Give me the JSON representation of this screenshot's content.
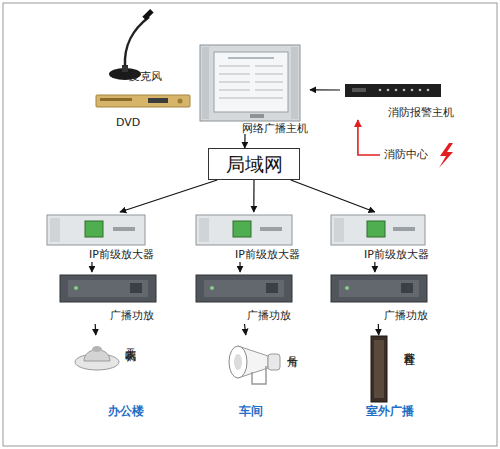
{
  "diagram": {
    "nodes": [
      {
        "text": [
          "麦克风"
        ]
      },
      {
        "text": [
          "DVD"
        ]
      },
      {
        "text": [
          "网络广播主机"
        ]
      },
      {
        "text": [
          "消防报警主机"
        ]
      },
      {
        "text": [
          "消防中心"
        ]
      },
      {
        "text": [
          "局域网"
        ]
      },
      {
        "text": [
          "IP前级放大器"
        ]
      },
      {
        "text": [
          "IP前级放大器"
        ]
      },
      {
        "text": [
          "IP前级放大器"
        ]
      },
      {
        "text": [
          "广播功放"
        ]
      },
      {
        "text": [
          "广播功放"
        ]
      },
      {
        "text": [
          "广播功放"
        ]
      },
      {
        "text": [
          "天花喇叭"
        ]
      },
      {
        "text": [
          "号角"
        ]
      },
      {
        "text": [
          "室外音柱"
        ]
      }
    ],
    "edges": [
      {
        "from": 3,
        "to": 2,
        "arrow": "to"
      },
      {
        "from": 4,
        "to": 3,
        "arrow": "to"
      },
      {
        "from": 2,
        "to": 5,
        "arrow": "to"
      },
      {
        "from": 5,
        "to": 6,
        "arrow": "to"
      },
      {
        "from": 5,
        "to": 7,
        "arrow": "to"
      },
      {
        "from": 5,
        "to": 8,
        "arrow": "to"
      },
      {
        "from": 6,
        "to": 9,
        "arrow": "to"
      },
      {
        "from": 7,
        "to": 10,
        "arrow": "to"
      },
      {
        "from": 8,
        "to": 11,
        "arrow": "to"
      },
      {
        "from": 9,
        "to": 12,
        "arrow": "to"
      },
      {
        "from": 10,
        "to": 13,
        "arrow": "to"
      },
      {
        "from": 11,
        "to": 14,
        "arrow": "to"
      }
    ],
    "labels": [
      "办公楼",
      "车间",
      "室外广播"
    ]
  }
}
